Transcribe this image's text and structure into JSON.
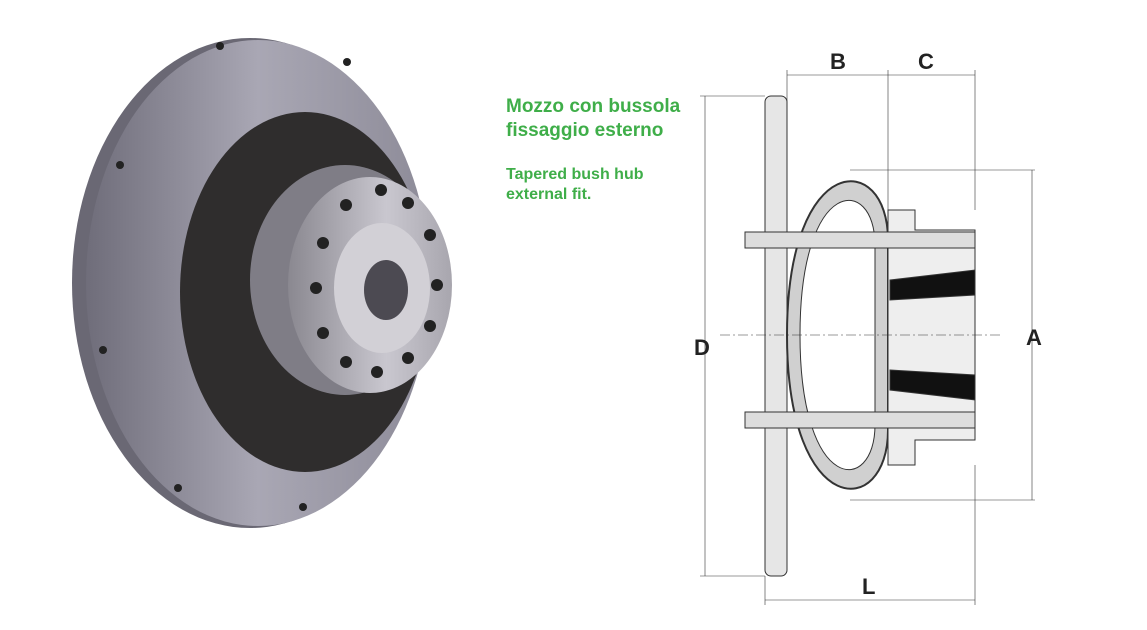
{
  "caption_it": {
    "line1": "Mozzo con bussola",
    "line2": "fissaggio esterno"
  },
  "caption_en": {
    "line1": "Tapered bush hub",
    "line2": "external fit."
  },
  "dimensions": {
    "B": "B",
    "C": "C",
    "D": "D",
    "A": "A",
    "L": "L"
  },
  "colors": {
    "caption": "#3fae49",
    "metal": "#9a98a6",
    "rubber": "#2e2c2c"
  }
}
